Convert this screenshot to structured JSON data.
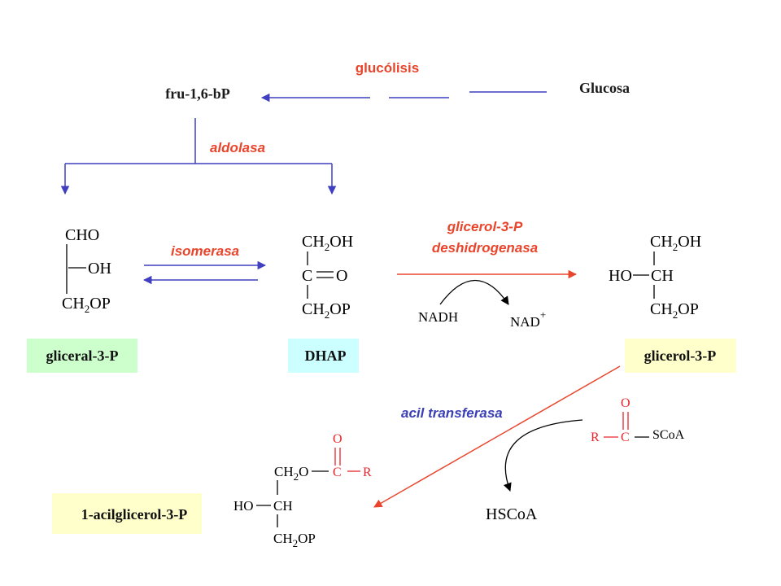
{
  "colors": {
    "arrow_blue": "#3f3fbf",
    "arrow_red": "#e8452c",
    "box_green": "#ccffcc",
    "box_cyan": "#ccffff",
    "box_yellow": "#ffffcc"
  },
  "labels": {
    "glucolisis": "glucólisis",
    "fru": "fru-1,6-bP",
    "glucosa": "Glucosa",
    "aldolasa": "aldolasa",
    "isomerasa": "isomerasa",
    "g3pdh_line1": "glicerol-3-P",
    "g3pdh_line2": "deshidrogenasa",
    "nadh": "NADH",
    "nad": "NAD",
    "nad_sup": "+",
    "acil": "acil transferasa",
    "hscoa": "HSCoA"
  },
  "boxes": {
    "gliceral": "gliceral-3-P",
    "dhap": "DHAP",
    "glicerol": "glicerol-3-P",
    "acilglicerol": "1-acilglicerol-3-P"
  },
  "structures": {
    "gliceral": {
      "top": "CHO",
      "mid": "OH",
      "bot_a": "CH",
      "bot_sub": "2",
      "bot_b": "OP"
    },
    "dhap": {
      "top_a": "CH",
      "top_sub": "2",
      "top_b": "OH",
      "mid_c": "C",
      "mid_o": "O",
      "bot_a": "CH",
      "bot_sub": "2",
      "bot_b": "OP"
    },
    "glicerol": {
      "top_a": "CH",
      "top_sub": "2",
      "top_b": "OH",
      "ho": "HO",
      "ch": "CH",
      "bot_a": "CH",
      "bot_sub": "2",
      "bot_b": "OP"
    },
    "acylcoa": {
      "o": "O",
      "r": "R",
      "c": "C",
      "scoa": "SCoA"
    },
    "product": {
      "top_a": "CH",
      "top_sub": "2",
      "top_b": "O",
      "o": "O",
      "c": "C",
      "r": "R",
      "ho": "HO",
      "ch": "CH",
      "bot_a": "CH",
      "bot_sub": "2",
      "bot_b": "OP"
    }
  }
}
